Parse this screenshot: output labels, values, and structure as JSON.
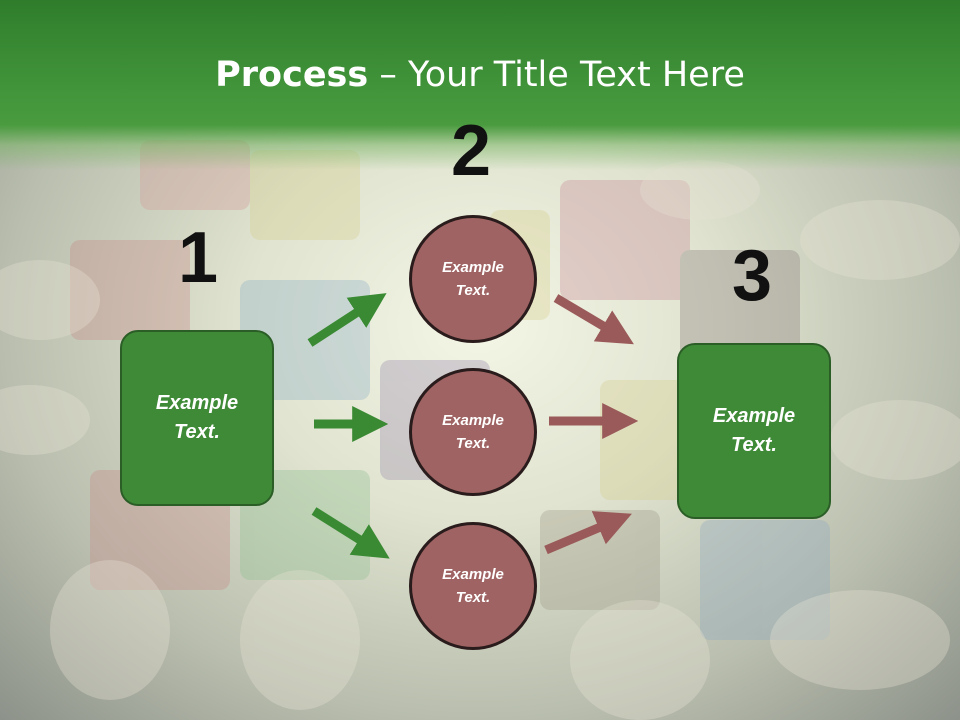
{
  "title": {
    "bold": "Process",
    "rest": " – Your Title Text Here"
  },
  "steps": {
    "one": "1",
    "two": "2",
    "three": "3"
  },
  "left_box": {
    "label": "Example\nText."
  },
  "right_box": {
    "label": "Example\nText."
  },
  "circles": [
    {
      "label": "Example\nText."
    },
    {
      "label": "Example\nText."
    },
    {
      "label": "Example\nText."
    }
  ],
  "colors": {
    "title_band": "#43963b",
    "box_fill": "#3f8a37",
    "circle_fill": "#9e6362",
    "green_arrow": "#3a8a33",
    "red_arrow": "#9a5a5a"
  }
}
